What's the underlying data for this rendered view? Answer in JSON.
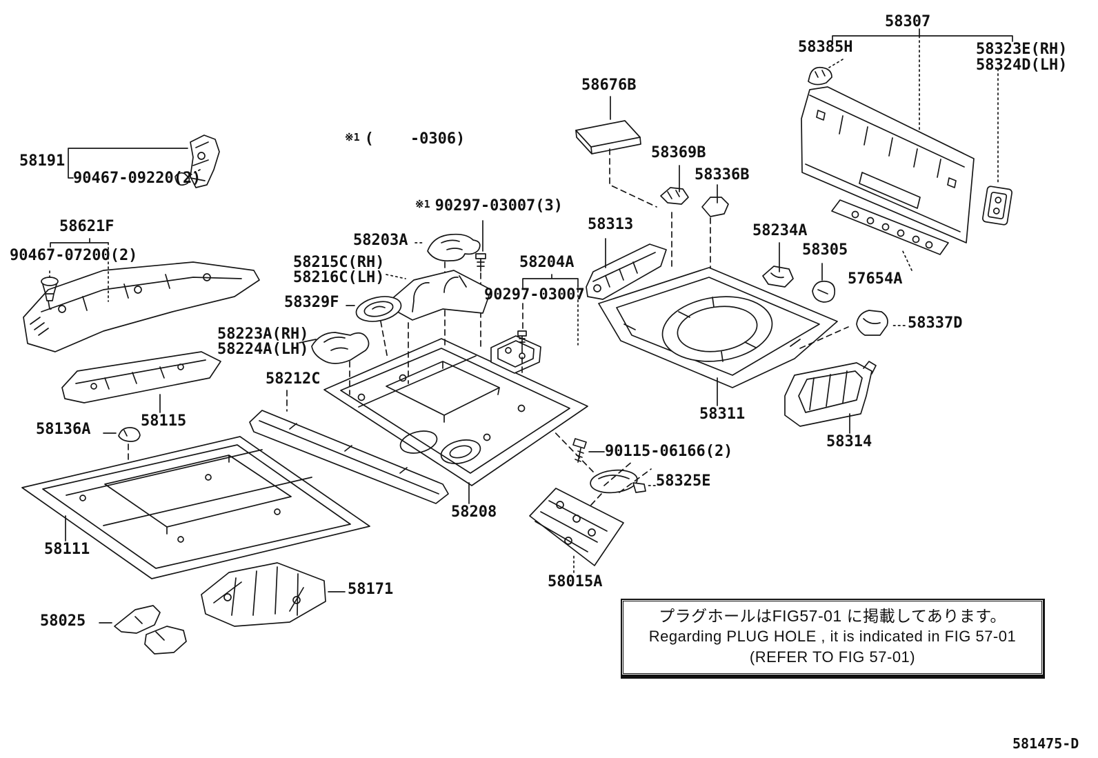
{
  "figure": {
    "footer_code": "581475-D"
  },
  "labels": {
    "p58307": "58307",
    "p58385H": "58385H",
    "p58323E": "58323E(RH)",
    "p58324D": "58324D(LH)",
    "p58676B": "58676B",
    "p58369B": "58369B",
    "p58336B": "58336B",
    "p58191": "58191",
    "p90467_09220": "90467-09220(2)",
    "p90297_03007_3": "90297-03007(3)",
    "p58203A": "58203A",
    "p58215C": "58215C(RH)",
    "p58216C": "58216C(LH)",
    "p58313": "58313",
    "p58234A": "58234A",
    "p58305": "58305",
    "p57654A": "57654A",
    "p58621F": "58621F",
    "p90467_07200": "90467-07200(2)",
    "p58329F": "58329F",
    "p58204A": "58204A",
    "p90297_03007": "90297-03007",
    "p58223A": "58223A(RH)",
    "p58224A": "58224A(LH)",
    "p58212C": "58212C",
    "p58337D": "58337D",
    "p58115": "58115",
    "p58136A": "58136A",
    "p58311": "58311",
    "p58314": "58314",
    "p90115_06166": "90115-06166(2)",
    "p58325E": "58325E",
    "p58208": "58208",
    "p58111": "58111",
    "p58015A": "58015A",
    "p58171": "58171",
    "p58025": "58025"
  },
  "notes": {
    "star1": {
      "marker": "※1",
      "text": "(    -0306)"
    },
    "star2": {
      "marker": "※1"
    }
  },
  "note_box": {
    "line1": "プラグホールはFIG57-01 に掲載してあります。",
    "line2": "Regarding  PLUG  HOLE , it is  indicated  in  FIG 57-01",
    "line3": "(REFER TO FIG 57-01)"
  }
}
